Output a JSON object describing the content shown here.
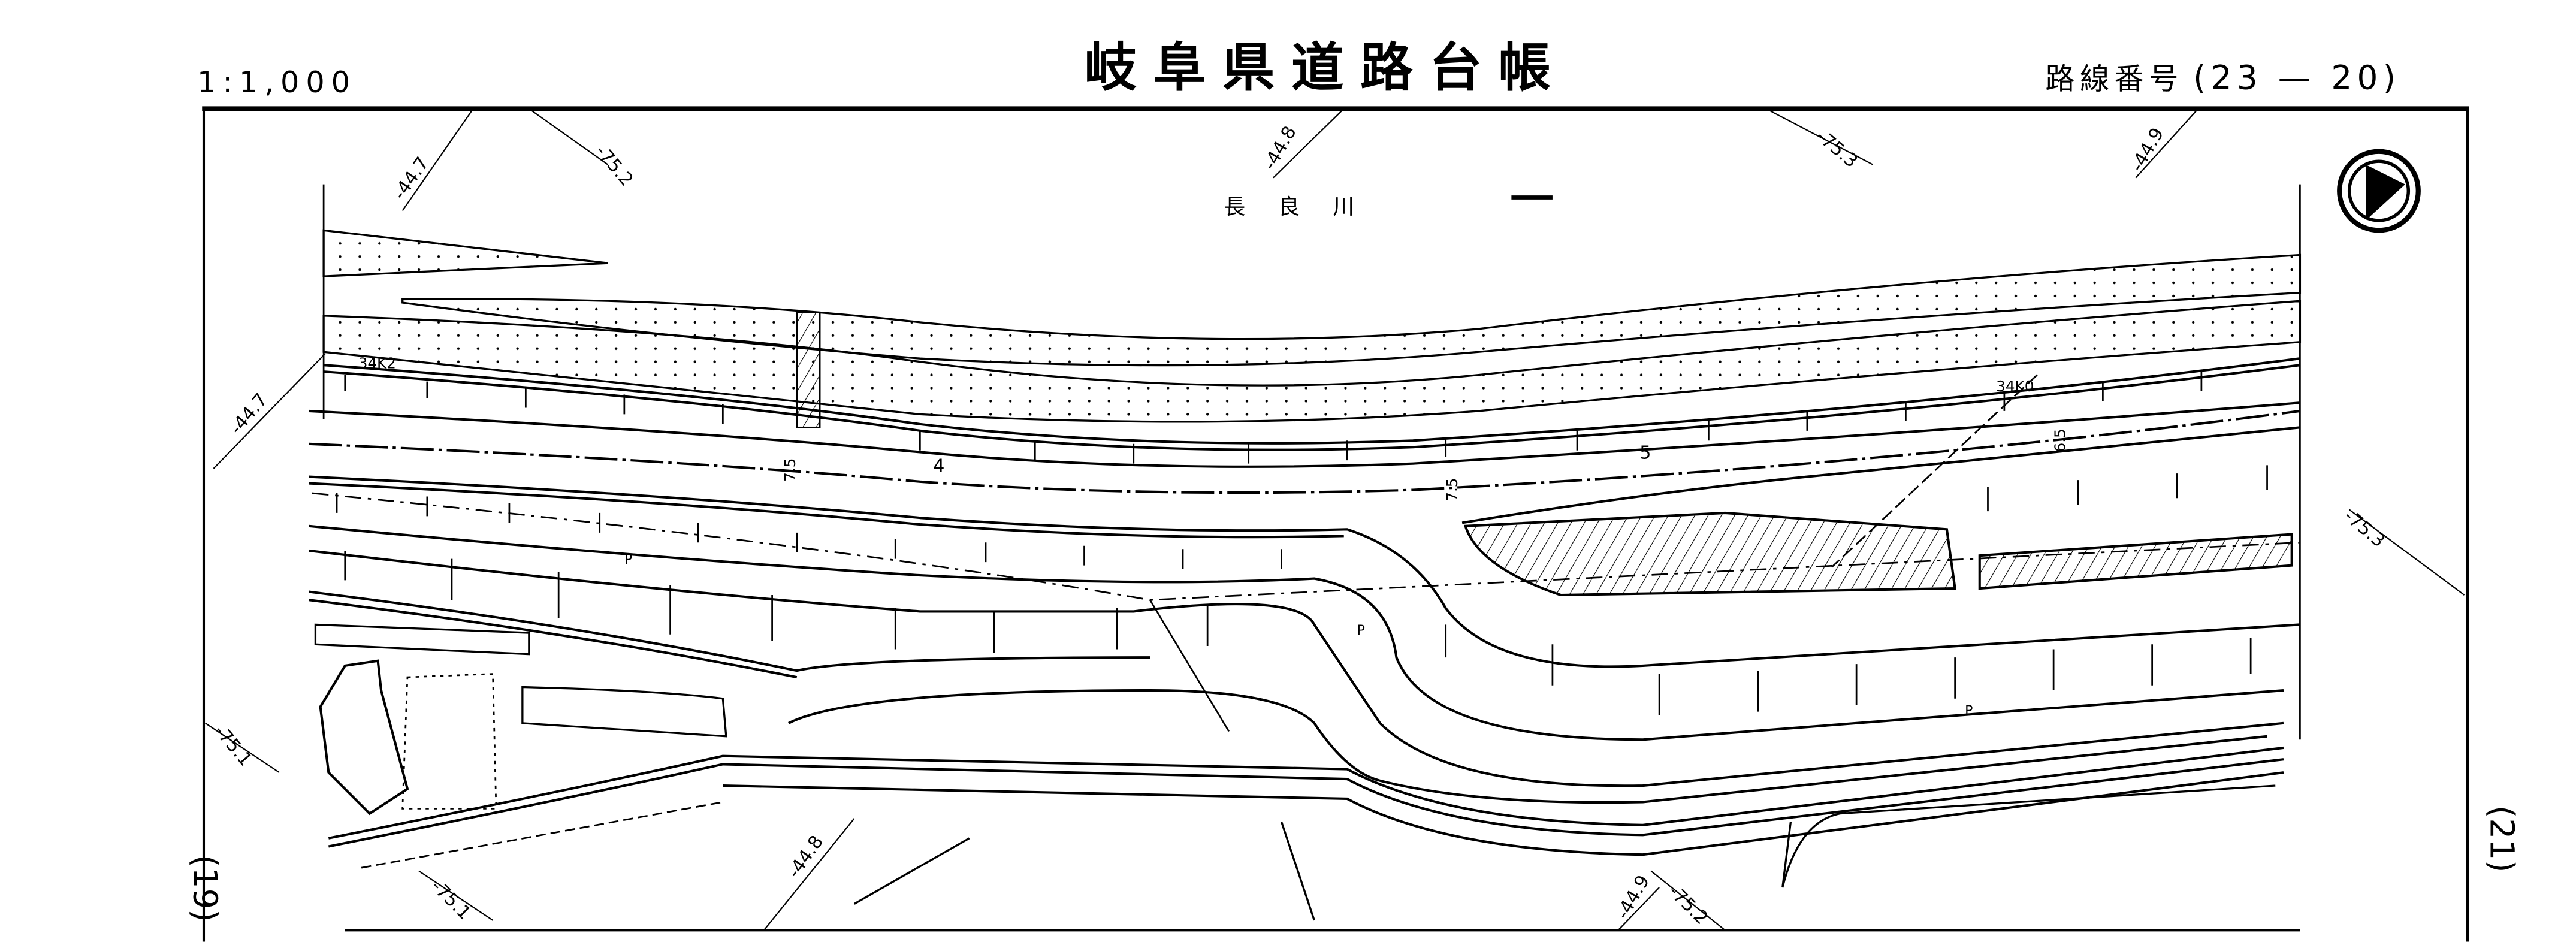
{
  "header": {
    "scale": "1:1,000",
    "title": "岐阜県道路台帳",
    "route_label": "路線番号",
    "route_number": "(23 — 20)"
  },
  "sheet_links": {
    "previous": "(19)",
    "next": "(21)"
  },
  "map": {
    "river_name": "長 良 川",
    "elevations": {
      "top1": "-44.7",
      "top2": "-75.2",
      "top3": "-44.8",
      "top4": "-75.3",
      "top5": "-44.9",
      "left1": "-44.7",
      "right1": "-75.3",
      "left2": "-75.1",
      "bottom1": "-75.1",
      "bottom2": "-44.8",
      "bottom3": "-44.9",
      "bottom4": "-75.2"
    },
    "kilo_posts": {
      "k2": "34K2",
      "k0": "34K0"
    },
    "stations": {
      "s4": "4",
      "s5": "5"
    },
    "widths": {
      "w1": "7.5",
      "w2": "7.5",
      "w3": "6.5"
    },
    "parking": "P"
  }
}
